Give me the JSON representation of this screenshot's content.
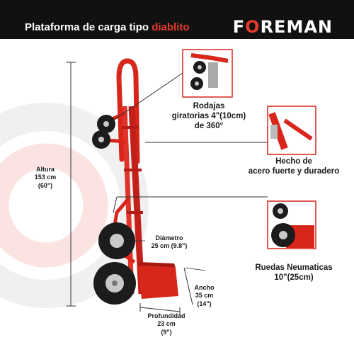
{
  "banner": {
    "title_main": "Plataforma de carga tipo ",
    "title_accent": "diablito",
    "brand_pre": "F",
    "brand_mark": "O",
    "brand_post": "REMAN"
  },
  "callouts": {
    "casters": {
      "line1": "Rodajas",
      "line2": "giratorias 4\"(10cm)",
      "line3": "de 360°"
    },
    "steel": {
      "line1": "Hecho de",
      "line2": "acero fuerte y duradero"
    },
    "tires": {
      "line1": "Ruedas Neumaticas",
      "line2": "10\"(25cm)"
    }
  },
  "dimensions": {
    "height": {
      "label": "Altura",
      "metric": "153 cm",
      "imperial": "(60\")"
    },
    "diameter": {
      "label": "Diámetro",
      "value": "25 cm (9.8\")"
    },
    "width": {
      "label": "Ancho",
      "metric": "35 cm",
      "imperial": "(14\")"
    },
    "depth": {
      "label": "Profundidad",
      "metric": "23 cm",
      "imperial": "(9\")"
    }
  },
  "colors": {
    "banner_bg": "#111111",
    "accent_red": "#e53b2c",
    "frame_red": "#d8261b",
    "tire_black": "#1c1c1c",
    "rim_silver": "#c9c9c9"
  },
  "icons": [
    "hand-truck-image",
    "caster-detail-image",
    "frame-detail-image",
    "tire-detail-image"
  ]
}
